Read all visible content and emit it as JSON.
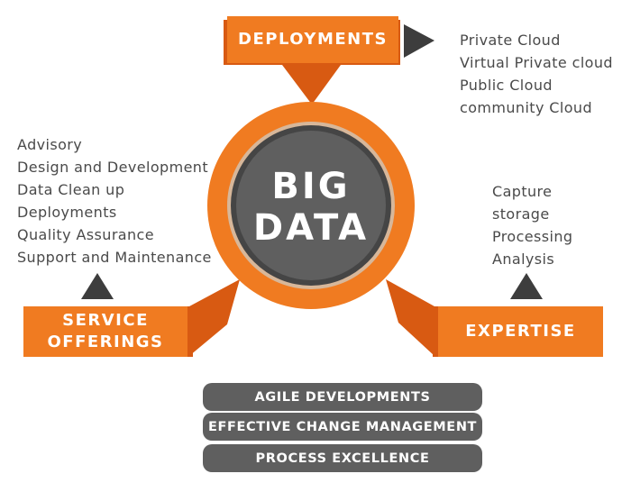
{
  "center": {
    "line1": "BIG",
    "line2": "DATA"
  },
  "deployments": {
    "title": "DEPLOYMENTS",
    "items": [
      "Private Cloud",
      "Virtual Private cloud",
      "Public Cloud",
      "community Cloud"
    ]
  },
  "service_offerings": {
    "title_line1": "SERVICE",
    "title_line2": "OFFERINGS",
    "items": [
      "Advisory",
      "Design and Development",
      "Data Clean up",
      "Deployments",
      "Quality Assurance",
      "Support and Maintenance"
    ]
  },
  "expertise": {
    "title": "EXPERTISE",
    "items": [
      "Capture",
      "storage",
      "Processing",
      "Analysis"
    ]
  },
  "bars": [
    "AGILE DEVELOPMENTS",
    "EFFECTIVE CHANGE MANAGEMENT",
    "PROCESS EXCELLENCE"
  ],
  "colors": {
    "orange": "#f07b21",
    "dark_orange": "#d85a12",
    "dark_gray": "#5f5f5f",
    "ring": "#d7b79a",
    "text_gray": "#4a4a4a",
    "marker": "#3d3d3d"
  },
  "icons": [
    "right-triangle-icon",
    "up-triangle-icon"
  ]
}
